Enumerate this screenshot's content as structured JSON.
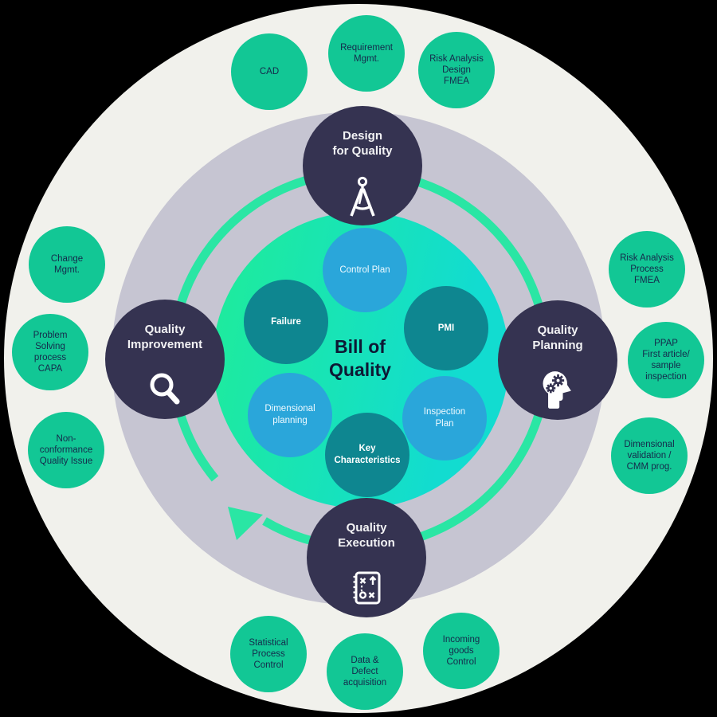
{
  "diagram": {
    "center_title": "Bill of\nQuality",
    "inner_circles": [
      {
        "label": "Control Plan",
        "style": "light"
      },
      {
        "label": "PMI",
        "style": "dark"
      },
      {
        "label": "Inspection\nPlan",
        "style": "light"
      },
      {
        "label": "Key\nCharacteristics",
        "style": "dark"
      },
      {
        "label": "Dimensional\nplanning",
        "style": "light"
      },
      {
        "label": "Failure",
        "style": "dark"
      }
    ],
    "phases": [
      {
        "label": "Design\nfor Quality",
        "icon": "compass-icon"
      },
      {
        "label": "Quality\nPlanning",
        "icon": "head-gears-icon"
      },
      {
        "label": "Quality\nExecution",
        "icon": "strategy-notebook-icon"
      },
      {
        "label": "Quality\nImprovement",
        "icon": "magnifier-icon"
      }
    ],
    "satellites": [
      {
        "label": "CAD"
      },
      {
        "label": "Requirement\nMgmt."
      },
      {
        "label": "Risk Analysis\nDesign\nFMEA"
      },
      {
        "label": "Risk Analysis\nProcess\nFMEA"
      },
      {
        "label": "PPAP\nFirst article/\nsample\ninspection"
      },
      {
        "label": "Dimensional\nvalidation /\nCMM prog."
      },
      {
        "label": "Incoming\ngoods\nControl"
      },
      {
        "label": "Data &\nDefect\nacquisition"
      },
      {
        "label": "Statistical\nProcess\nControl"
      },
      {
        "label": "Non-\nconformance\nQuality Issue"
      },
      {
        "label": "Problem\nSolving\nprocess\nCAPA"
      },
      {
        "label": "Change\nMgmt."
      }
    ],
    "colors": {
      "background": "#000000",
      "outer_disc": "#f1f1ec",
      "middle_ring": "#c6c5d2",
      "inner_gradient_start": "#1eeb9d",
      "inner_gradient_end": "#12dcd0",
      "phase_circle": "#353351",
      "satellite_circle": "#12c795",
      "arrow": "#2ae6a4",
      "inner_light_circle": "#2aa6da",
      "inner_dark_circle": "#0e8690"
    }
  }
}
